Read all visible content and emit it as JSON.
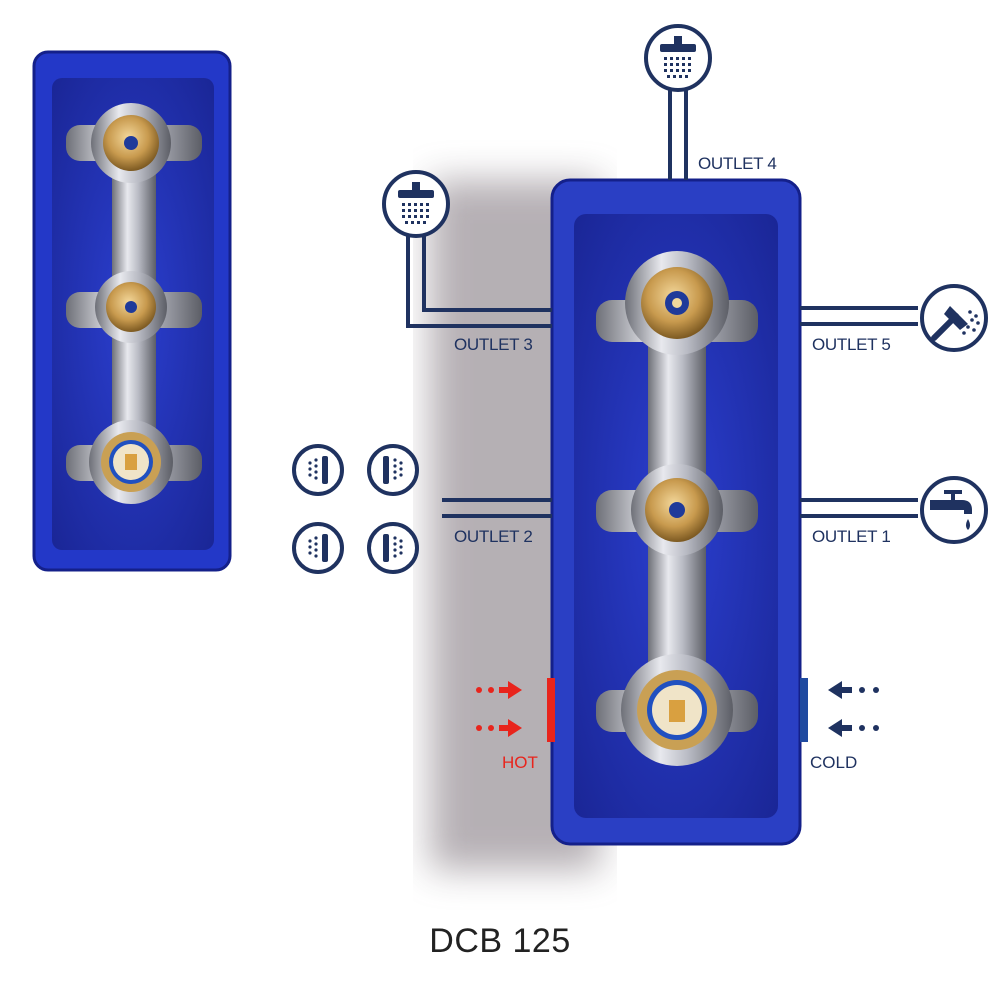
{
  "diagram": {
    "model": "DCB 125",
    "colors": {
      "navy": "#1f3260",
      "hot": "#e8241c",
      "cold": "#1f4aa0",
      "box_blue": "#2a3fc4"
    },
    "outlets": [
      {
        "label": "OUTLET 1",
        "icon": "tap-icon"
      },
      {
        "label": "OUTLET 2",
        "icon": "body-jet-icon"
      },
      {
        "label": "OUTLET 3",
        "icon": "rain-shower-icon"
      },
      {
        "label": "OUTLET 4",
        "icon": "overhead-shower-icon"
      },
      {
        "label": "OUTLET 5",
        "icon": "hand-shower-icon"
      }
    ],
    "inlets": {
      "hot": "HOT",
      "cold": "COLD"
    }
  }
}
